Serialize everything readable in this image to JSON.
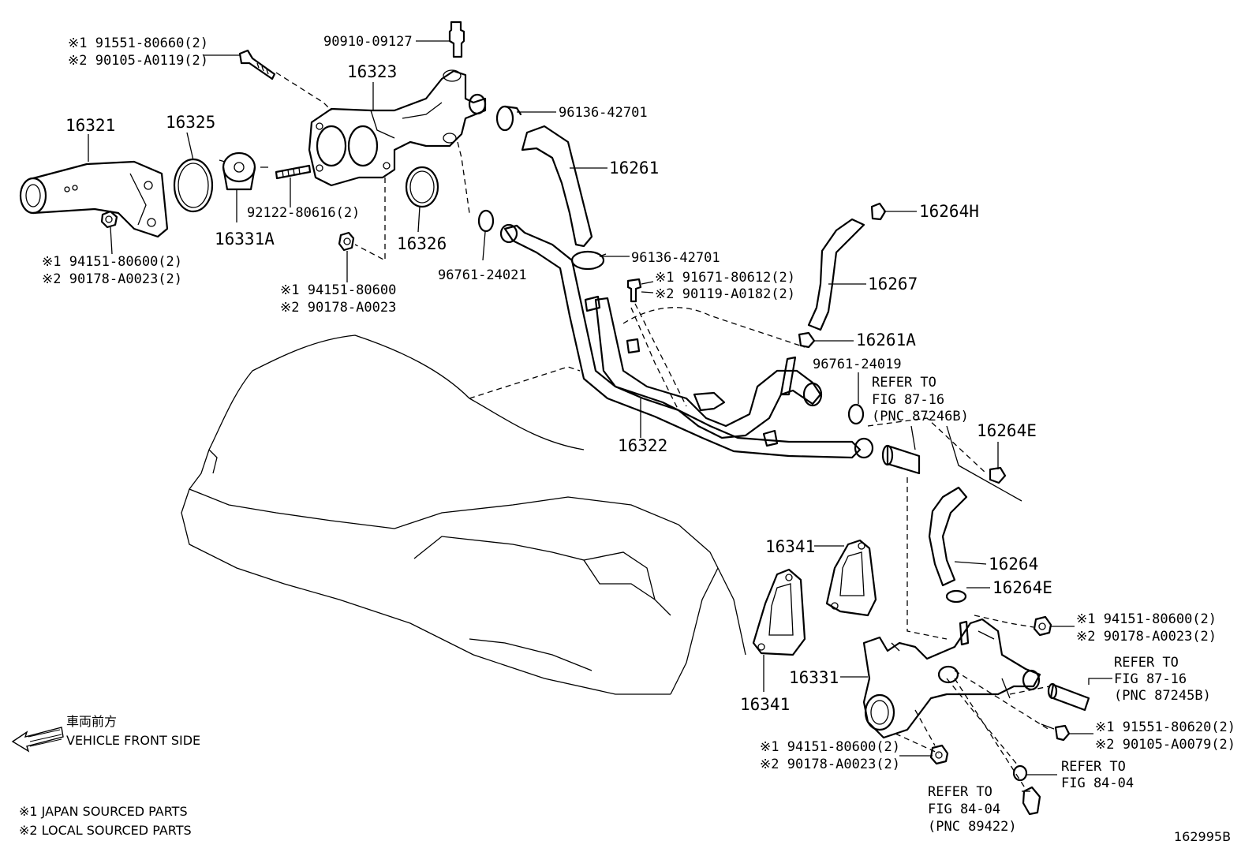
{
  "labels": {
    "l16321": "16321",
    "l16325": "16325",
    "l16331A": "16331A",
    "l16323": "16323",
    "l16326": "16326",
    "l16261": "16261",
    "l16264H": "16264H",
    "l16267": "16267",
    "l16261A": "16261A",
    "l16322": "16322",
    "l16264E_a": "16264E",
    "l16264": "16264",
    "l16264E_b": "16264E",
    "l16341_a": "16341",
    "l16341_b": "16341",
    "l16331": "16331",
    "bolt_top_1": "※1 91551-80660(2)",
    "bolt_top_2": "※2 90105-A0119(2)",
    "sensor_top": "90910-09127",
    "clamp_top": "96136-42701",
    "stud": "92122-80616(2)",
    "nut_left_1": "※1 94151-80600(2)",
    "nut_left_2": "※2 90178-A0023(2)",
    "nut_mid_1": "※1 94151-80600",
    "nut_mid_2": "※2 90178-A0023",
    "oring_mid": "96761-24021",
    "clamp_mid": "96136-42701",
    "bolt_mid_1": "※1 91671-80612(2)",
    "bolt_mid_2": "※2 90119-A0182(2)",
    "oring_right": "96761-24019",
    "ref1_a": "REFER TO",
    "ref1_b": "FIG 87-16",
    "ref1_c": "(PNC 87246B)",
    "nut_right_1": "※1 94151-80600(2)",
    "nut_right_2": "※2 90178-A0023(2)",
    "ref2_a": "REFER TO",
    "ref2_b": "FIG 87-16",
    "ref2_c": "(PNC 87245B)",
    "bolt_right_1": "※1 91551-80620(2)",
    "bolt_right_2": "※2 90105-A0079(2)",
    "nut_bot_1": "※1 94151-80600(2)",
    "nut_bot_2": "※2 90178-A0023(2)",
    "ref3_a": "REFER TO",
    "ref3_b": "FIG 84-04",
    "ref4_a": "REFER TO",
    "ref4_b": "FIG 84-04",
    "ref4_c": "(PNC 89422)"
  },
  "legend": {
    "front_jp": "車両前方",
    "front_en": "VEHICLE FRONT SIDE",
    "note1": "※1 JAPAN SOURCED PARTS",
    "note2": "※2 LOCAL SOURCED PARTS"
  },
  "figure_id": "162995B"
}
